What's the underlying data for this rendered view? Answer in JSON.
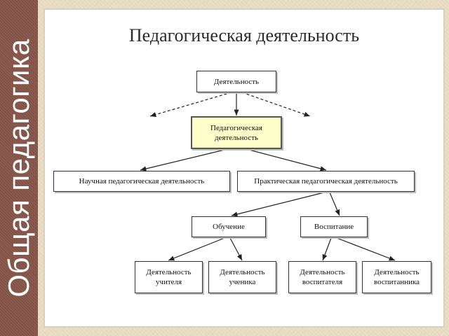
{
  "slide": {
    "side_title": "Общая педагогика",
    "title": "Педагогическая деятельность"
  },
  "diagram": {
    "activity": "Деятельность",
    "pedagogical": "Педагогическая деятельность",
    "scientific": "Научная педагогическая деятельность",
    "practical": "Практическая педагогическая деятельность",
    "teaching": "Обучение",
    "upbringing": "Воспитание",
    "teacher_activity": "Деятельность учителя",
    "student_activity": "Деятельность ученика",
    "educator_activity": "Деятельность воспитателя",
    "pupil_activity": "Деятельность воспитанника"
  },
  "colors": {
    "side_band": "#8a5a4e",
    "highlight_box": "#ffffcc"
  }
}
